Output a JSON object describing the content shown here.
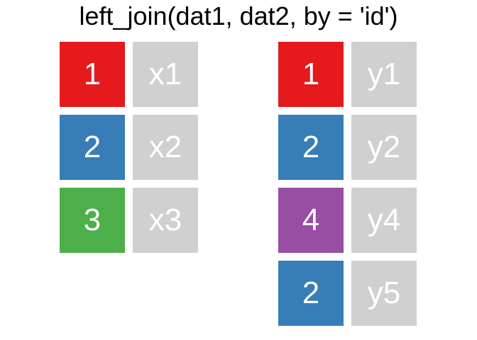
{
  "title": "left_join(dat1, dat2, by = 'id')",
  "colors": {
    "id_1": "#E41A1C",
    "id_2": "#377EB8",
    "id_3": "#4DAF4A",
    "id_4": "#984EA3",
    "value_cell": "#D0D0D0",
    "text": "#FFFFFF"
  },
  "tables": {
    "left": {
      "rows": [
        {
          "id": "1",
          "value": "x1",
          "color_key": "id_1"
        },
        {
          "id": "2",
          "value": "x2",
          "color_key": "id_2"
        },
        {
          "id": "3",
          "value": "x3",
          "color_key": "id_3"
        }
      ]
    },
    "right": {
      "rows": [
        {
          "id": "1",
          "value": "y1",
          "color_key": "id_1"
        },
        {
          "id": "2",
          "value": "y2",
          "color_key": "id_2"
        },
        {
          "id": "4",
          "value": "y4",
          "color_key": "id_4"
        },
        {
          "id": "2",
          "value": "y5",
          "color_key": "id_2"
        }
      ]
    }
  }
}
